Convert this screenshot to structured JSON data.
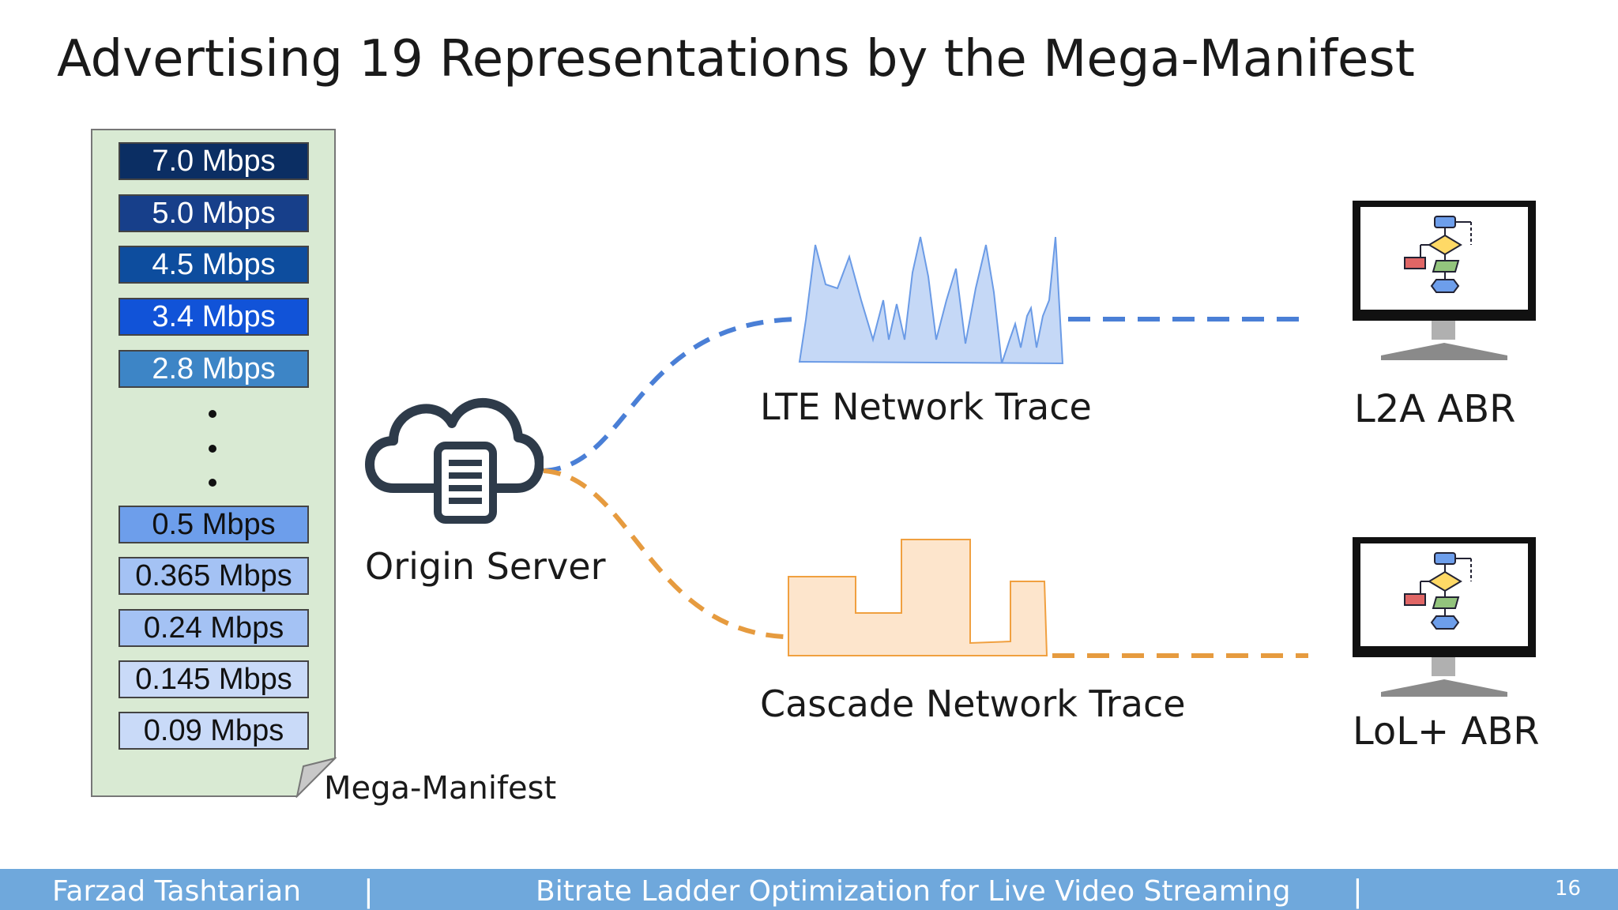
{
  "slide": {
    "title": "Advertising 19 Representations by the Mega-Manifest",
    "page_number": "16"
  },
  "manifest": {
    "label": "Mega-Manifest",
    "top_rungs": [
      "7.0 Mbps",
      "5.0 Mbps",
      "4.5 Mbps",
      "3.4 Mbps",
      "2.8 Mbps"
    ],
    "bottom_rungs": [
      "0.5 Mbps",
      "0.365 Mbps",
      "0.24 Mbps",
      "0.145 Mbps",
      "0.09 Mbps"
    ],
    "colors": {
      "doc_fill": "#d9ead3",
      "rung_top": [
        "#0b2e63",
        "#173f8a",
        "#0d4d9e",
        "#1153d8",
        "#3d85c6"
      ],
      "rung_bottom": [
        "#6d9eeb",
        "#a4c2f4",
        "#a4c2f4",
        "#c9daf8",
        "#c9daf8"
      ]
    }
  },
  "server": {
    "label": "Origin Server",
    "icon": "cloud-server-icon"
  },
  "traces": {
    "lte": {
      "label": "LTE Network Trace",
      "color": "#4a7fd6",
      "fill": "#c5d8f6"
    },
    "cascade": {
      "label": "Cascade Network Trace",
      "color": "#e69b3f",
      "fill": "#fde5cc"
    }
  },
  "clients": {
    "top": {
      "label": "L2A ABR",
      "icon": "monitor-flowchart-icon"
    },
    "bottom": {
      "label": "LoL+ ABR",
      "icon": "monitor-flowchart-icon"
    }
  },
  "footer": {
    "author": "Farzad Tashtarian",
    "separator": "|",
    "talk_title": "Bitrate Ladder Optimization for Live Video Streaming",
    "color": "#6fa8dc"
  }
}
